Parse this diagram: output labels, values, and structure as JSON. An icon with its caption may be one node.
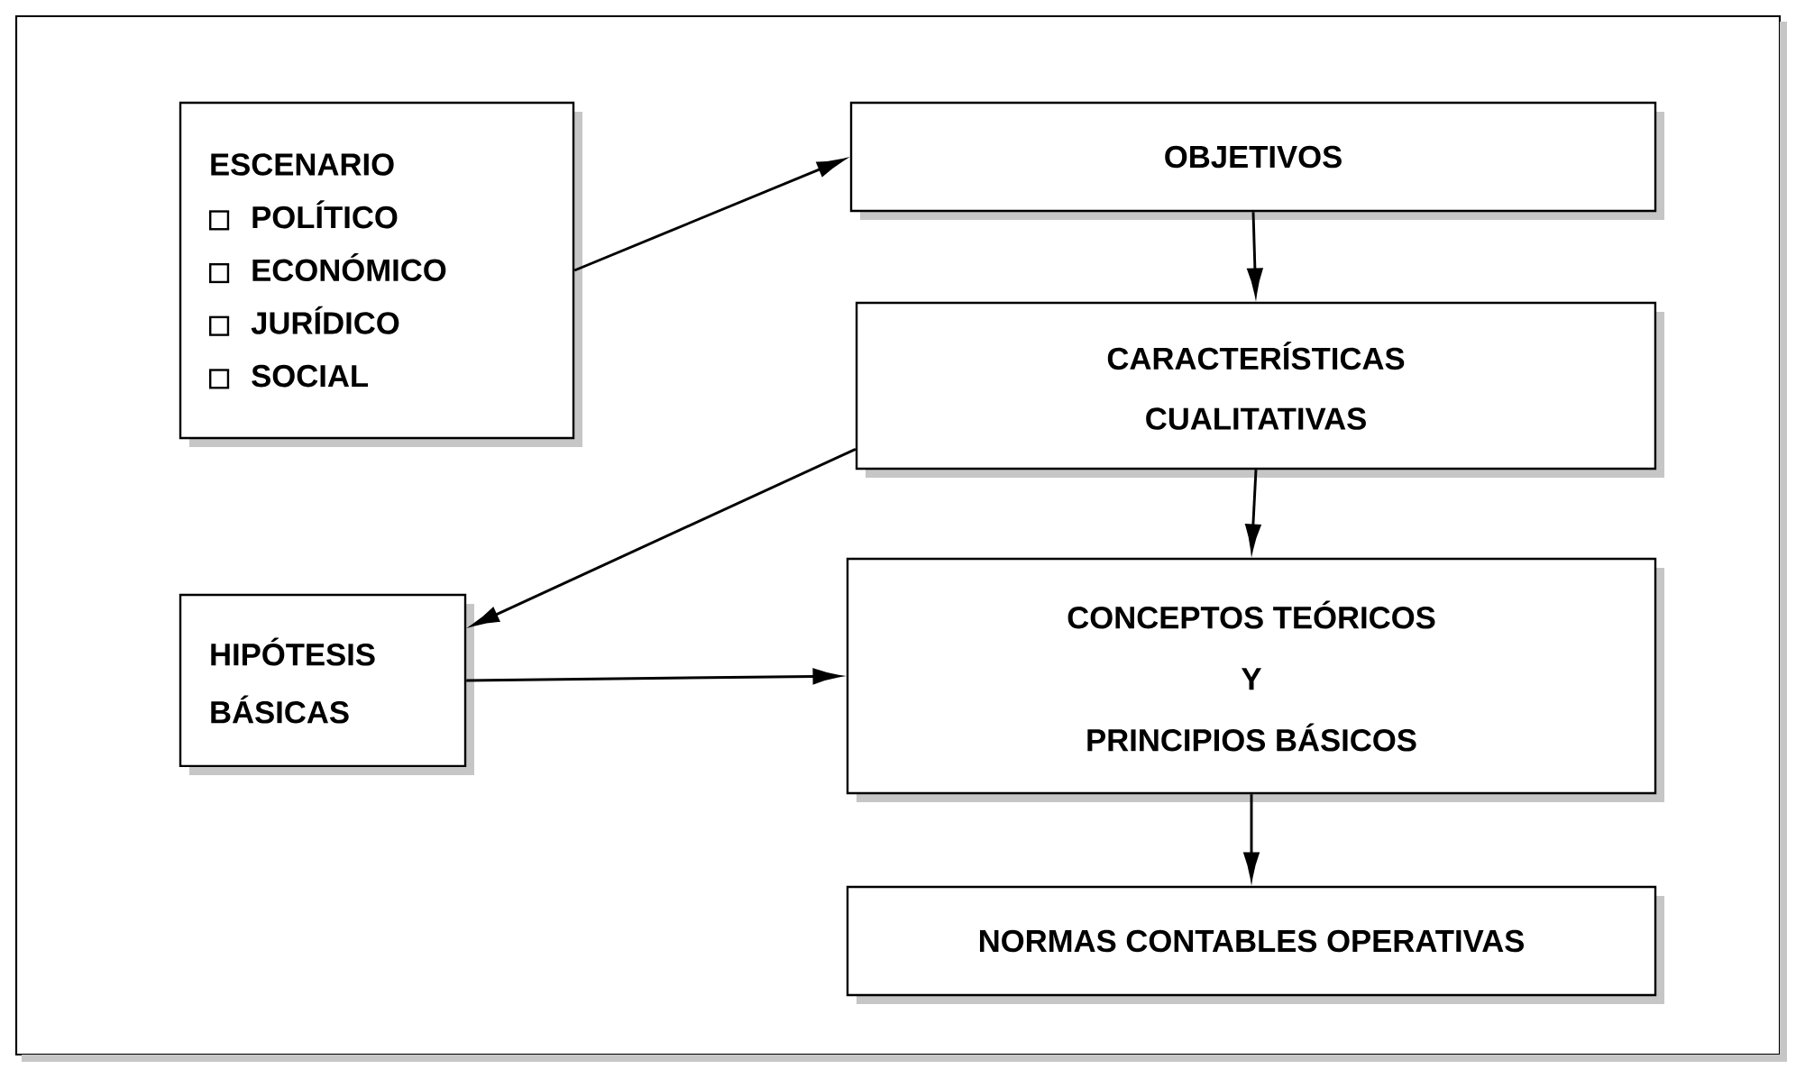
{
  "diagram": {
    "nodes": [
      {
        "text": [
          "ESCENARIO",
          "POLÍTICO",
          "ECONÓMICO",
          "JURÍDICO",
          "SOCIAL"
        ]
      },
      {
        "text": [
          "OBJETIVOS"
        ]
      },
      {
        "text": [
          "CARACTERÍSTICAS CUALITATIVAS"
        ]
      },
      {
        "text": [
          "HIPÓTESIS BÁSICAS"
        ]
      },
      {
        "text": [
          "CONCEPTOS TEÓRICOS",
          "Y",
          "PRINCIPIOS BÁSICOS"
        ]
      },
      {
        "text": [
          "NORMAS CONTABLES OPERATIVAS"
        ]
      }
    ],
    "edges": [
      {
        "from": 0,
        "to": 1,
        "arrow": "to"
      },
      {
        "from": 1,
        "to": 2,
        "arrow": "to"
      },
      {
        "from": 2,
        "to": 3,
        "arrow": "to"
      },
      {
        "from": 2,
        "to": 4,
        "arrow": "to"
      },
      {
        "from": 3,
        "to": 4,
        "arrow": "to"
      },
      {
        "from": 4,
        "to": 5,
        "arrow": "to"
      }
    ]
  }
}
